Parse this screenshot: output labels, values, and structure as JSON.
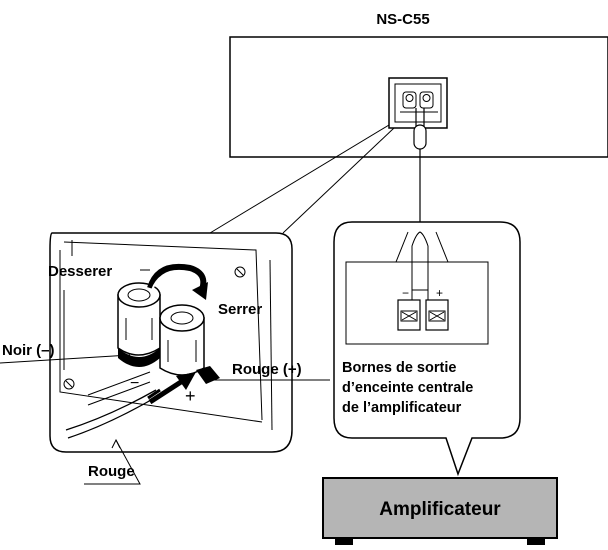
{
  "speaker": {
    "model": "NS-C55"
  },
  "closeup": {
    "loosen_label": "Desserer",
    "tighten_label": "Serrer",
    "black_label": "Noir (–)",
    "red_plus_label": "Rouge (+)",
    "red_wire_label": "Rouge",
    "minus_mark": "−",
    "plus_mark": "+"
  },
  "amp_bubble": {
    "minus_mark": "−",
    "plus_mark": "+",
    "caption_lines": [
      "Bornes de sortie",
      "d’enceinte centrale",
      "de l’amplificateur"
    ]
  },
  "amplifier": {
    "label": "Amplificateur",
    "fill_color": "#b5b5b5"
  }
}
